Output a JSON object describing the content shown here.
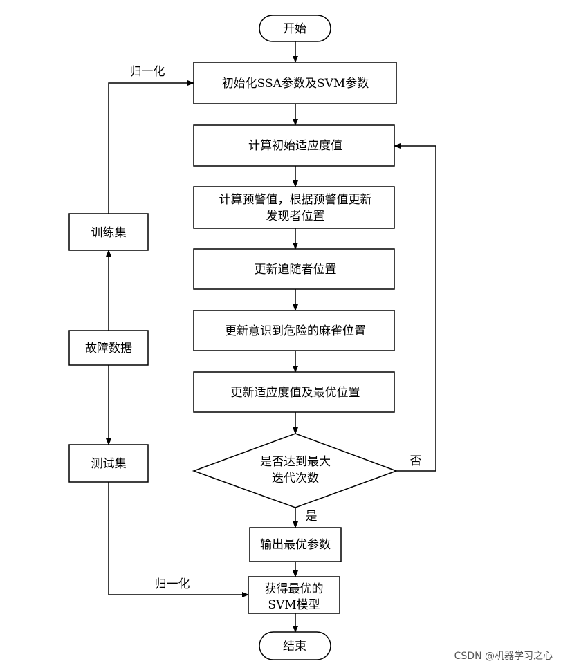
{
  "nodes": {
    "start": "开始",
    "init": "初始化SSA参数及SVM参数",
    "fitness_init": "计算初始适应度值",
    "warning_line1": "计算预警值，根据预警值更新",
    "warning_line2": "发现者位置",
    "follower": "更新追随者位置",
    "danger": "更新意识到危险的麻雀位置",
    "fitness_update": "更新适应度值及最优位置",
    "decision_line1": "是否达到最大",
    "decision_line2": "迭代次数",
    "output": "输出最优参数",
    "model_line1": "获得最优的",
    "model_line2": "SVM模型",
    "end": "结束",
    "train": "训练集",
    "fault": "故障数据",
    "test": "测试集"
  },
  "edge_labels": {
    "normalize_top": "归一化",
    "normalize_bottom": "归一化",
    "no": "否",
    "yes": "是"
  },
  "watermark": "CSDN @机器学习之心"
}
